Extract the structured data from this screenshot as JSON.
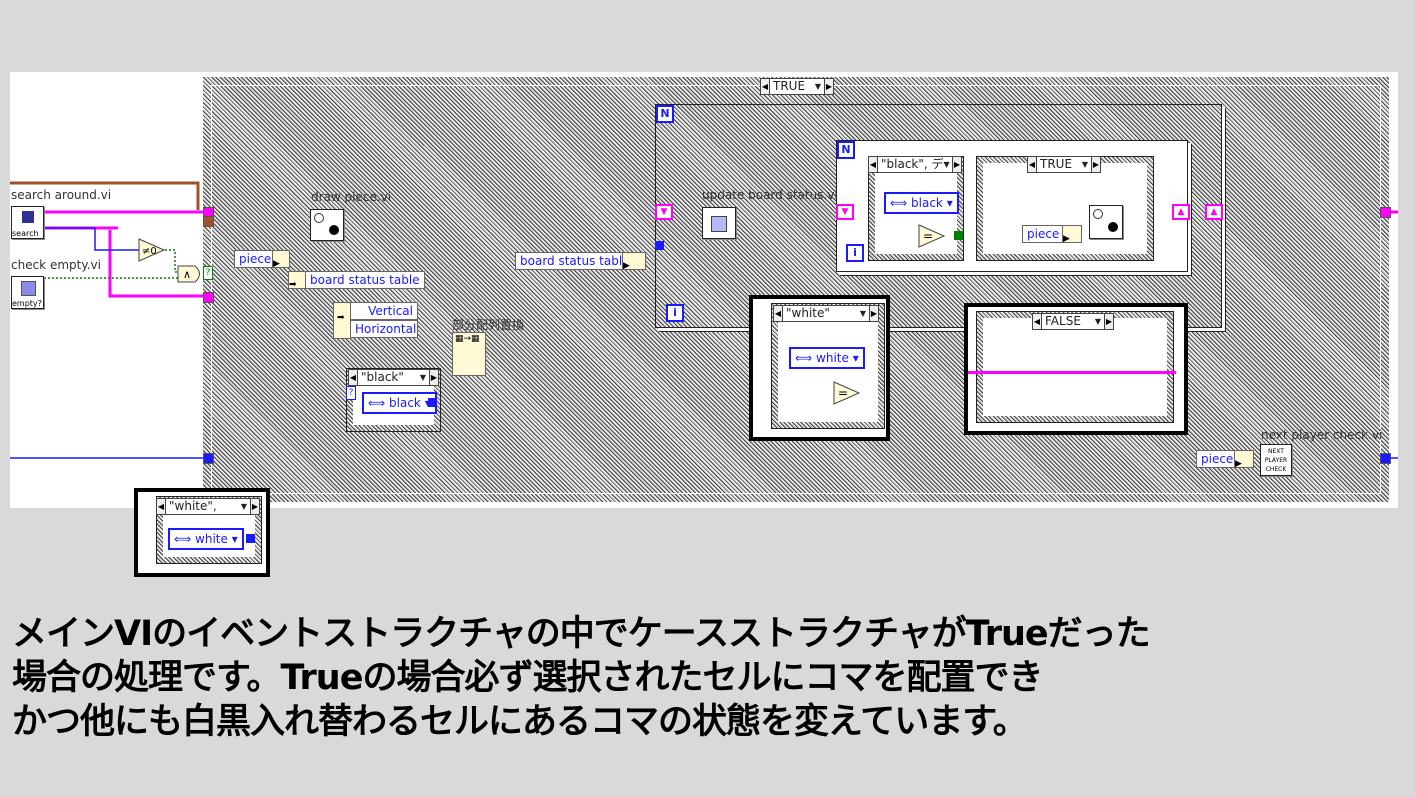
{
  "diagram": {
    "outer_case": {
      "selector": "TRUE"
    },
    "subvis": {
      "search_around": {
        "label": "search around.vi",
        "icon_text": "search"
      },
      "check_empty": {
        "label": "check empty.vi",
        "icon_text": "empty?"
      },
      "draw_piece": {
        "label": "draw piece.vi"
      },
      "update_board_status": {
        "label": "update board status.vi"
      },
      "next_player_check": {
        "label": "next player check.vi",
        "icon_text": "NEXT PLAYER CHECK"
      },
      "replace_array_subset": {
        "label": "部分配列置換"
      }
    },
    "nodes": {
      "not_equal_zero": "≠0",
      "and_gate": "∧",
      "equals": "=",
      "question": "?"
    },
    "unbundle": {
      "piece": "piece",
      "board_status_table": "board status table",
      "vertical": "Vertical",
      "horizontal": "Horizontal",
      "board_status_table_2": "board status table",
      "piece_inner": "piece",
      "piece_bottom": "piece"
    },
    "loops": {
      "n": "N",
      "i": "i"
    },
    "case_black": {
      "selector": "\"black\"",
      "enum_value": "black"
    },
    "case_black_inner": {
      "selector": "\"black\", デ",
      "enum_value": "black"
    },
    "case_true_inner": {
      "selector": "TRUE"
    },
    "callouts": {
      "white_bottom": {
        "selector": "\"white\",",
        "enum_value": "white"
      },
      "white_mid": {
        "selector": "\"white\"",
        "enum_value": "white"
      },
      "false_case": {
        "selector": "FALSE"
      }
    }
  },
  "caption": {
    "lines": [
      "メインVIのイベントストラクチャの中でケースストラクチャがTrueだった",
      "場合の処理です。Trueの場合必ず選択されたセルにコマを配置でき",
      "かつ他にも白黒入れ替わるセルにあるコマの状態を変えています。"
    ]
  },
  "colors": {
    "wire_pink": "#ff00ff",
    "wire_brown": "#a0522d",
    "wire_blue": "#1a1aff",
    "wire_green": "#008000",
    "node_fill": "#fff9d6"
  }
}
